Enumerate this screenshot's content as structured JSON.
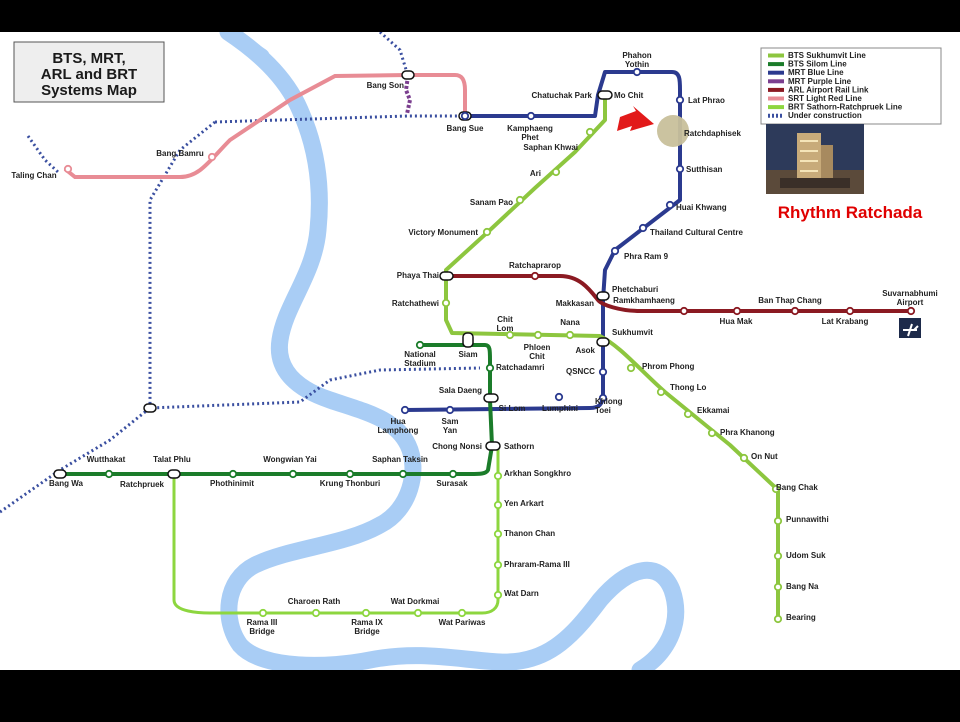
{
  "title_lines": [
    "BTS, MRT,",
    "ARL and BRT",
    "Systems Map"
  ],
  "legend": [
    {
      "label": "BTS Sukhumvit Line",
      "color": "#8dc63f"
    },
    {
      "label": "BTS Silom Line",
      "color": "#1b7c2a"
    },
    {
      "label": "MRT Blue Line",
      "color": "#2b3a8f"
    },
    {
      "label": "MRT Purple Line",
      "color": "#7b3f8f"
    },
    {
      "label": "ARL Airport Rail Link",
      "color": "#8b1a22"
    },
    {
      "label": "SRT Light Red Line",
      "color": "#e88c95"
    },
    {
      "label": "BRT Sathorn-Ratchpruek Line",
      "color": "#8dd63f"
    },
    {
      "label": "Under construction",
      "color": "#3a4fa0"
    }
  ],
  "colors": {
    "river": "#a9cdf5",
    "sukhumvit": "#8dc63f",
    "silom": "#1b7c2a",
    "blue": "#2b3a8f",
    "purple": "#7b3f8f",
    "arl": "#8b1a22",
    "red": "#e88c95",
    "brt": "#8dd63f",
    "construction": "#3a4fa0",
    "highlight": "#e21a1a"
  },
  "promo": {
    "text": "Rhythm Ratchada",
    "image_icon": "building-photo"
  },
  "stations": [
    {
      "name": "Bang Son"
    },
    {
      "name": "Bang Sue"
    },
    {
      "name": "Kamphaeng Phet"
    },
    {
      "name": "Chatuchak Park"
    },
    {
      "name": "Mo Chit"
    },
    {
      "name": "Phahon Yothin"
    },
    {
      "name": "Lat Phrao"
    },
    {
      "name": "Ratchdaphisek"
    },
    {
      "name": "Sutthisan"
    },
    {
      "name": "Huai Khwang"
    },
    {
      "name": "Thailand Cultural Centre"
    },
    {
      "name": "Phra Ram 9"
    },
    {
      "name": "Phetchaburi"
    },
    {
      "name": "Sukhumvit"
    },
    {
      "name": "QSNCC"
    },
    {
      "name": "Khlong Toei"
    },
    {
      "name": "Lumphini"
    },
    {
      "name": "Si Lom"
    },
    {
      "name": "Sam Yan"
    },
    {
      "name": "Hua Lamphong"
    },
    {
      "name": "Saphan Khwai"
    },
    {
      "name": "Ari"
    },
    {
      "name": "Sanam Pao"
    },
    {
      "name": "Victory Monument"
    },
    {
      "name": "Phaya Thai"
    },
    {
      "name": "Ratchathewi"
    },
    {
      "name": "Siam"
    },
    {
      "name": "Chit Lom"
    },
    {
      "name": "Phloen Chit"
    },
    {
      "name": "Nana"
    },
    {
      "name": "Asok"
    },
    {
      "name": "Phrom Phong"
    },
    {
      "name": "Thong Lo"
    },
    {
      "name": "Ekkamai"
    },
    {
      "name": "Phra Khanong"
    },
    {
      "name": "On Nut"
    },
    {
      "name": "Bang Chak"
    },
    {
      "name": "Punnawithi"
    },
    {
      "name": "Udom Suk"
    },
    {
      "name": "Bang Na"
    },
    {
      "name": "Bearing"
    },
    {
      "name": "National Stadium"
    },
    {
      "name": "Ratchadamri"
    },
    {
      "name": "Sala Daeng"
    },
    {
      "name": "Chong Nonsi"
    },
    {
      "name": "Sathorn"
    },
    {
      "name": "Saphan Taksin"
    },
    {
      "name": "Surasak"
    },
    {
      "name": "Krung Thonburi"
    },
    {
      "name": "Wongwian Yai"
    },
    {
      "name": "Phothinimit"
    },
    {
      "name": "Talat Phlu"
    },
    {
      "name": "Wutthakat"
    },
    {
      "name": "Bang Wa"
    },
    {
      "name": "Ratchpruek"
    },
    {
      "name": "Arkhan Songkhro"
    },
    {
      "name": "Yen Arkart"
    },
    {
      "name": "Thanon Chan"
    },
    {
      "name": "Phraram-Rama III"
    },
    {
      "name": "Wat Darn"
    },
    {
      "name": "Wat Pariwas"
    },
    {
      "name": "Wat Dorkmai"
    },
    {
      "name": "Rama IX Bridge"
    },
    {
      "name": "Charoen Rath"
    },
    {
      "name": "Rama III Bridge"
    },
    {
      "name": "Ratchaprarop"
    },
    {
      "name": "Makkasan"
    },
    {
      "name": "Ramkhamhaeng"
    },
    {
      "name": "Hua Mak"
    },
    {
      "name": "Ban Thap Chang"
    },
    {
      "name": "Lat Krabang"
    },
    {
      "name": "Suvarnabhumi Airport"
    },
    {
      "name": "Bang Bamru"
    },
    {
      "name": "Taling Chan"
    }
  ]
}
